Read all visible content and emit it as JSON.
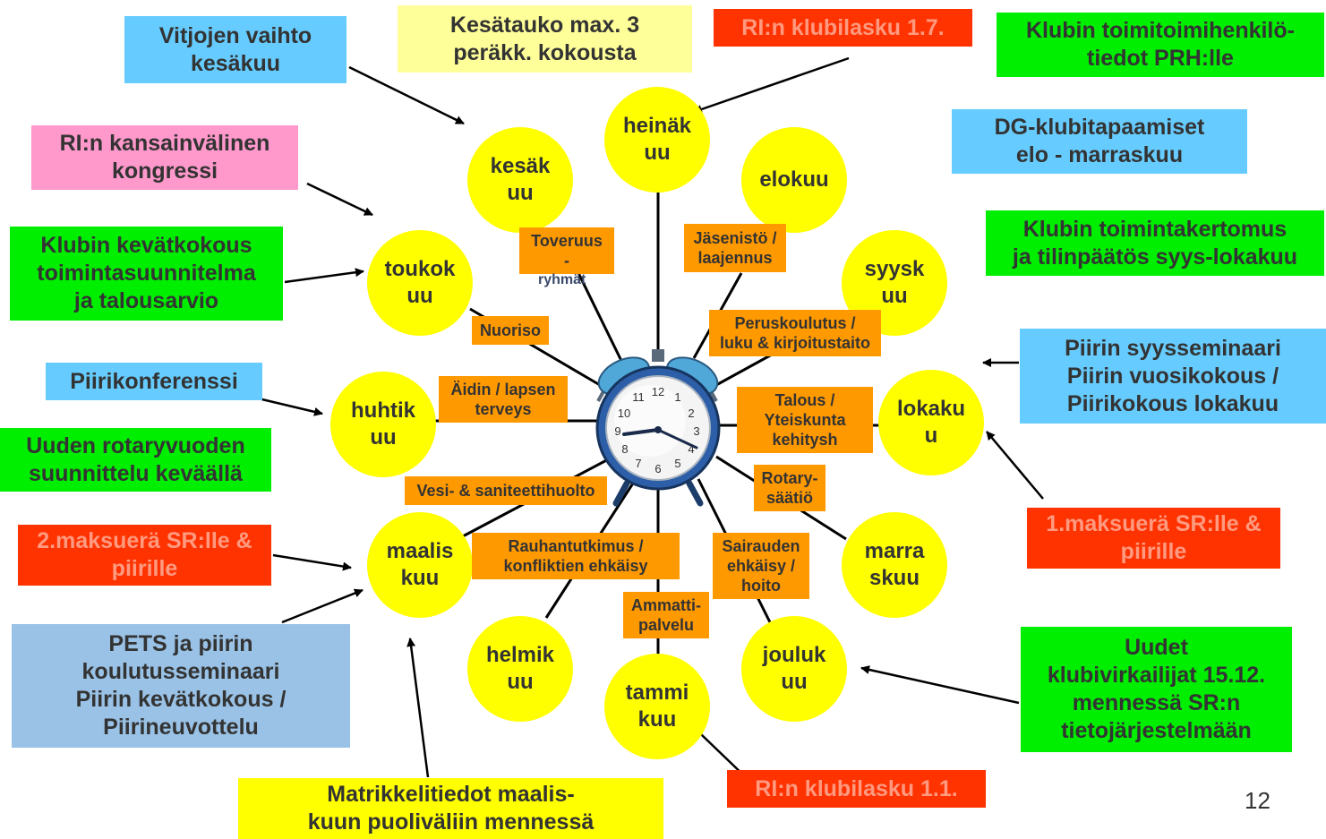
{
  "colors": {
    "blue": "#66ccff",
    "pale_yellow": "#ffff99",
    "red": "#ff3300",
    "green": "#00ee00",
    "pink": "#ff99cc",
    "steel_blue": "#99c2e6",
    "bright_yellow": "#ffff00",
    "month": "#ffff00",
    "theme": "#ff9900"
  },
  "months": {
    "kesakuu": "kesäk\nuu",
    "heinakuu": "heinäk\nuu",
    "elokuu": "elokuu",
    "syyskuu": "syysk\nuu",
    "toukokuu": "toukok\nuu",
    "huhtikuu": "huhtik\nuu",
    "lokakuu": "lokaku\nu",
    "maaliskuu": "maalis\nkuu",
    "marraskuu": "marra\nskuu",
    "helmikuu": "helmik\nuu",
    "tammikuu": "tammi\nkuu",
    "joulukuu": "jouluk\nuu"
  },
  "themes": {
    "toveruus": "Toveruus\n-",
    "toveruus_sub": "ryhmät",
    "jasenisto": "Jäsenistö /\nlaajennus",
    "nuoriso": "Nuoriso",
    "peruskoulutus": "Peruskoulutus /\nluku & kirjoitustaito",
    "aidin": "Äidin / lapsen\nterveys",
    "talous": "Talous /\nYteiskunta\nkehitysh",
    "rotary": "Rotary-\nsäätiö",
    "vesi": "Vesi- & saniteettihuolto",
    "rauhan": "Rauhantutkimus /\nkonfliktien ehkäisy",
    "sairauden": "Sairauden\nehkäisy /\nhoito",
    "ammatti": "Ammatti-\npalvelu"
  },
  "events": {
    "vitjojen": "Vitjojen vaihto\nkesäkuu",
    "kesatauko": "Kesätauko max. 3\nperäkk. kokousta",
    "ri_heina": "RI:n klubilasku 1.7.",
    "prh": "Klubin toimitoimihenkilö-\ntiedot PRH:lle",
    "dg": "DG-klubitapaamiset\nelo - marraskuu",
    "kongressi": "RI:n kansainvälinen\nkongressi",
    "kevatkokous": "Klubin kevätkokous\ntoimintasuunnitelma\nja talousarvio",
    "toimintakertomus": "Klubin toimintakertomus\nja tilinpäätös syys-lokakuu",
    "piirikonferenssi": "Piirikonferenssi",
    "syysseminaari": "Piirin syysseminaari\nPiirin vuosikokous /\nPiirikokous lokakuu",
    "uuden": "Uuden rotaryvuoden\nsuunnittelu keväällä",
    "maksuera2": "2.maksuerä SR:lle &\npiirille",
    "maksuera1": "1.maksuerä SR:lle &\npiirille",
    "pets": "PETS ja piirin\nkoulutusseminaari\nPiirin kevätkokous /\nPiirineuvottelu",
    "uudet": "Uudet\nklubivirkailijat 15.12.\nmennessä SR:n\ntietojärjestelmään",
    "matrikkeli": "Matrikkelitiedot maalis-\nkuun puoliväliin mennessä",
    "ri_tammi": "RI:n klubilasku 1.1."
  },
  "page_number": "12"
}
